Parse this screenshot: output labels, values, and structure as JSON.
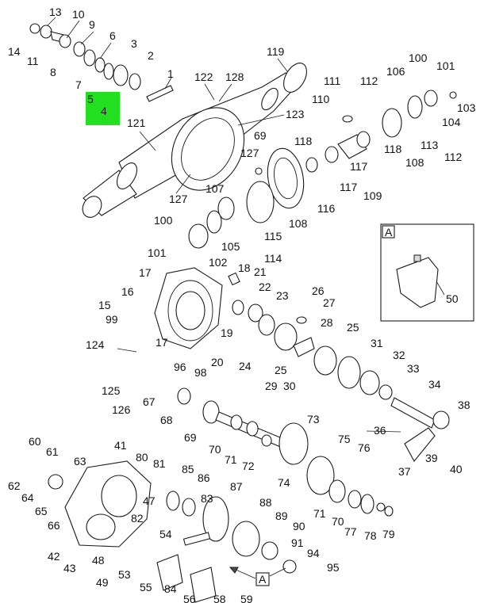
{
  "highlight": {
    "color": "#22e01f",
    "lines": [
      "5",
      "4"
    ]
  },
  "detail_view": {
    "label": "A",
    "callout": "50"
  },
  "view_arrow_label": "A",
  "callouts": {
    "c13": "13",
    "c10": "10",
    "c9": "9",
    "c6": "6",
    "c14": "14",
    "c11": "11",
    "c8": "8",
    "c7": "7",
    "c3": "3",
    "c2": "2",
    "c1": "1",
    "c119": "119",
    "c122": "122",
    "c128": "128",
    "c123": "123",
    "c121": "121",
    "c127a": "127",
    "c127b": "127",
    "c69a": "69",
    "c100a": "100",
    "c101a": "101",
    "c106": "106",
    "c103": "103",
    "c104": "104",
    "c112a": "112",
    "c112b": "112",
    "c111": "111",
    "c110": "110",
    "c113": "113",
    "c118a": "118",
    "c118b": "118",
    "c108a": "108",
    "c108b": "108",
    "c117a": "117",
    "c117b": "117",
    "c109": "109",
    "c116": "116",
    "c107": "107",
    "c115": "115",
    "c114": "114",
    "c105": "105",
    "c102": "102",
    "c100b": "100",
    "c101b": "101",
    "c17a": "17",
    "c18": "18",
    "c21": "21",
    "c22": "22",
    "c23": "23",
    "c26": "26",
    "c27": "27",
    "c16": "16",
    "c15": "15",
    "c99": "99",
    "c19": "19",
    "c28": "28",
    "c25a": "25",
    "c25b": "25",
    "c124": "124",
    "c17b": "17",
    "c96": "96",
    "c98": "98",
    "c20": "20",
    "c24": "24",
    "c29": "29",
    "c30": "30",
    "c31": "31",
    "c32": "32",
    "c33": "33",
    "c34": "34",
    "c125": "125",
    "c126": "126",
    "c67": "67",
    "c68": "68",
    "c69b": "69",
    "c73": "73",
    "c38": "38",
    "c36": "36",
    "c70a": "70",
    "c71a": "71",
    "c72": "72",
    "c37": "37",
    "c39": "39",
    "c40": "40",
    "c60": "60",
    "c61": "61",
    "c41": "41",
    "c63": "63",
    "c80": "80",
    "c81": "81",
    "c62": "62",
    "c64": "64",
    "c65": "65",
    "c66": "66",
    "c85": "85",
    "c86": "86",
    "c87": "87",
    "c75": "75",
    "c76": "76",
    "c74": "74",
    "c47": "47",
    "c83": "83",
    "c82": "82",
    "c54": "54",
    "c88": "88",
    "c89": "89",
    "c90": "90",
    "c71b": "71",
    "c70b": "70",
    "c77": "77",
    "c78": "78",
    "c79": "79",
    "c42": "42",
    "c43": "43",
    "c48": "48",
    "c53": "53",
    "c91": "91",
    "c94": "94",
    "c95": "95",
    "c49": "49",
    "c55": "55",
    "c84": "84",
    "c56": "56",
    "c58": "58",
    "c59": "59"
  }
}
